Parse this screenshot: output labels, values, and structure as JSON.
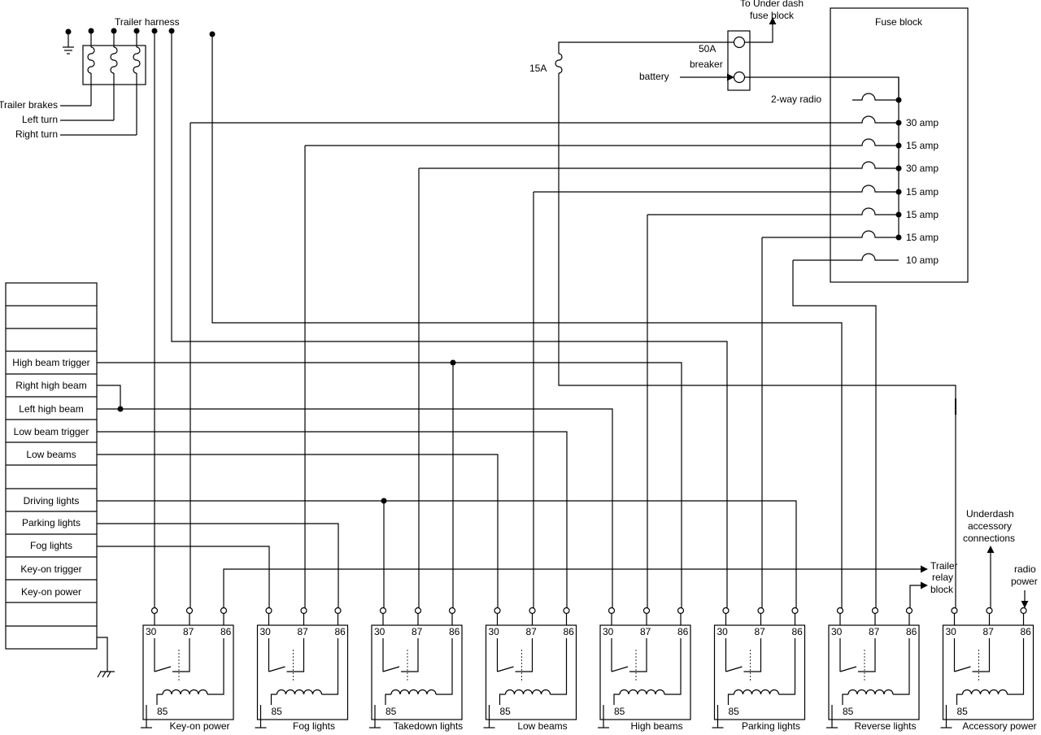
{
  "top": {
    "trailer_harness": "Trailer harness",
    "under_dash_1": "To Under dash",
    "under_dash_2": "fuse block",
    "breaker_1": "50A",
    "breaker_2": "breaker",
    "battery": "battery",
    "fuse_15a": "15A"
  },
  "trailer_inputs": [
    "Trailer brakes",
    "Left turn",
    "Right turn"
  ],
  "fuse_block": {
    "title": "Fuse block",
    "radio": "2-way radio",
    "ratings": [
      "30 amp",
      "15 amp",
      "30 amp",
      "15 amp",
      "15 amp",
      "15 amp",
      "10 amp"
    ]
  },
  "connector": {
    "pins": [
      "",
      "",
      "",
      "High beam trigger",
      "Right high beam",
      "Left high beam",
      "Low beam trigger",
      "Low beams",
      "",
      "Driving lights",
      "Parking lights",
      "Fog lights",
      "Key-on trigger",
      "Key-on power",
      "",
      ""
    ]
  },
  "relays": [
    {
      "name": "Key-on power"
    },
    {
      "name": "Fog lights"
    },
    {
      "name": "Takedown lights"
    },
    {
      "name": "Low beams"
    },
    {
      "name": "High beams"
    },
    {
      "name": "Parking lights"
    },
    {
      "name": "Reverse lights"
    },
    {
      "name": "Accessory power"
    }
  ],
  "relay_pins": {
    "p30": "30",
    "p87": "87",
    "p86": "86",
    "p85": "85"
  },
  "outputs": {
    "trailer_relay_1": "Trailer",
    "trailer_relay_2": "relay",
    "trailer_relay_3": "block",
    "underdash_1": "Underdash",
    "underdash_2": "accessory",
    "underdash_3": "connections",
    "radio_power_1": "radio",
    "radio_power_2": "power"
  }
}
